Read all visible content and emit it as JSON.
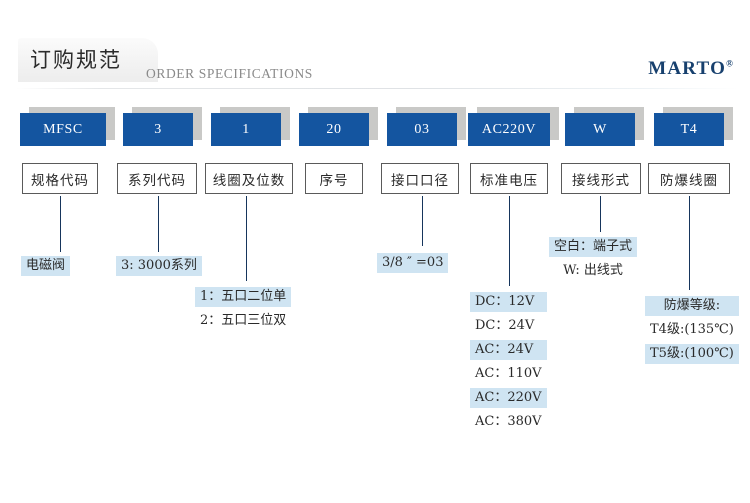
{
  "header": {
    "title_cn": "订购规范",
    "title_en": "ORDER SPECIFICATIONS",
    "brand": "MARTO",
    "brand_mark": "®"
  },
  "colors": {
    "code_blue": "#1455a0",
    "highlight_blue": "#cfe4f2",
    "brand_navy": "#17406e",
    "connector": "#16355c",
    "shadow_gray": "#c9c9c7"
  },
  "columns": [
    {
      "code": "MFSC",
      "label": "规格代码",
      "details": [
        {
          "text": "电磁阀",
          "highlight": true
        }
      ]
    },
    {
      "code": "3",
      "label": "系列代码",
      "details": [
        {
          "text": "3: 3000系列",
          "highlight": true
        }
      ]
    },
    {
      "code": "1",
      "label": "线圈及位数",
      "details": [
        {
          "text": "1：五口二位单",
          "highlight": true
        },
        {
          "text": "2：五口三位双",
          "highlight": false
        }
      ]
    },
    {
      "code": "20",
      "label": "序号",
      "details": []
    },
    {
      "code": "03",
      "label": "接口口径",
      "details": [
        {
          "text": "3/8 ″ =03",
          "highlight": true
        }
      ]
    },
    {
      "code": "AC220V",
      "label": "标准电压",
      "details": [
        {
          "text": "DC：12V",
          "highlight": true
        },
        {
          "text": "DC：24V",
          "highlight": false
        },
        {
          "text": "AC：24V",
          "highlight": true
        },
        {
          "text": "AC：110V",
          "highlight": false
        },
        {
          "text": "AC：220V",
          "highlight": true
        },
        {
          "text": "AC：380V",
          "highlight": false
        }
      ]
    },
    {
      "code": "W",
      "label": "接线形式",
      "details": [
        {
          "text": "空白：端子式",
          "highlight": true
        },
        {
          "text": "W: 出线式",
          "highlight": false
        }
      ]
    },
    {
      "code": "T4",
      "label": "防爆线圈",
      "details": [
        {
          "text": "防爆等级:",
          "highlight": true
        },
        {
          "text": "T4级:(135℃)",
          "highlight": false
        },
        {
          "text": "T5级:(100℃)",
          "highlight": true
        }
      ]
    }
  ]
}
